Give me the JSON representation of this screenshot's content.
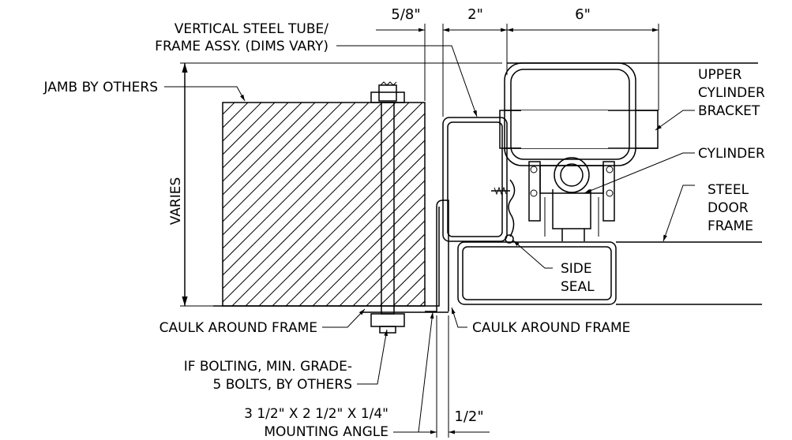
{
  "labels": {
    "vertical_tube_1": "VERTICAL STEEL TUBE/",
    "vertical_tube_2": "FRAME ASSY. (DIMS VARY)",
    "jamb": "JAMB BY OTHERS",
    "varies": "VARIES",
    "upper_cyl_1": "UPPER",
    "upper_cyl_2": "CYLINDER",
    "upper_cyl_3": "BRACKET",
    "cylinder": "CYLINDER",
    "steel_door_1": "STEEL",
    "steel_door_2": "DOOR",
    "steel_door_3": "FRAME",
    "side_seal_1": "SIDE",
    "side_seal_2": "SEAL",
    "caulk_left": "CAULK AROUND FRAME",
    "caulk_right": "CAULK AROUND FRAME",
    "bolting_1": "IF BOLTING, MIN. GRADE-",
    "bolting_2": "5 BOLTS, BY OTHERS",
    "angle_1": "3 1/2\" X 2 1/2\" X 1/4\"",
    "angle_2": "MOUNTING ANGLE"
  },
  "dimensions": {
    "five_eighths": "5/8\"",
    "two": "2\"",
    "six": "6\"",
    "half": "1/2\""
  }
}
